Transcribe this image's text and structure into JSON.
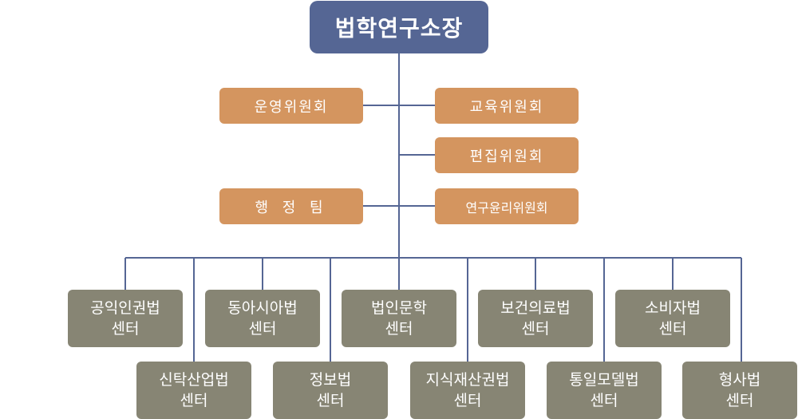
{
  "org_chart": {
    "root": "법학연구소장",
    "committees": {
      "operations": "운영위원회",
      "education": "교육위원회",
      "editorial": "편집위원회",
      "admin_team": "행 정 팀",
      "research_ethics": "연구윤리위원회"
    },
    "centers_top": [
      {
        "line1": "공익인권법",
        "line2": "센터"
      },
      {
        "line1": "동아시아법",
        "line2": "센터"
      },
      {
        "line1": "법인문학",
        "line2": "센터"
      },
      {
        "line1": "보건의료법",
        "line2": "센터"
      },
      {
        "line1": "소비자법",
        "line2": "센터"
      }
    ],
    "centers_bottom": [
      {
        "line1": "신탁산업법",
        "line2": "센터"
      },
      {
        "line1": "정보법",
        "line2": "센터"
      },
      {
        "line1": "지식재산권법",
        "line2": "센터"
      },
      {
        "line1": "통일모델법",
        "line2": "센터"
      },
      {
        "line1": "형사법",
        "line2": "센터"
      }
    ]
  },
  "colors": {
    "root_fill": "#556694",
    "committee_fill": "#d4955f",
    "center_fill": "#878574",
    "connector": "#556694"
  }
}
